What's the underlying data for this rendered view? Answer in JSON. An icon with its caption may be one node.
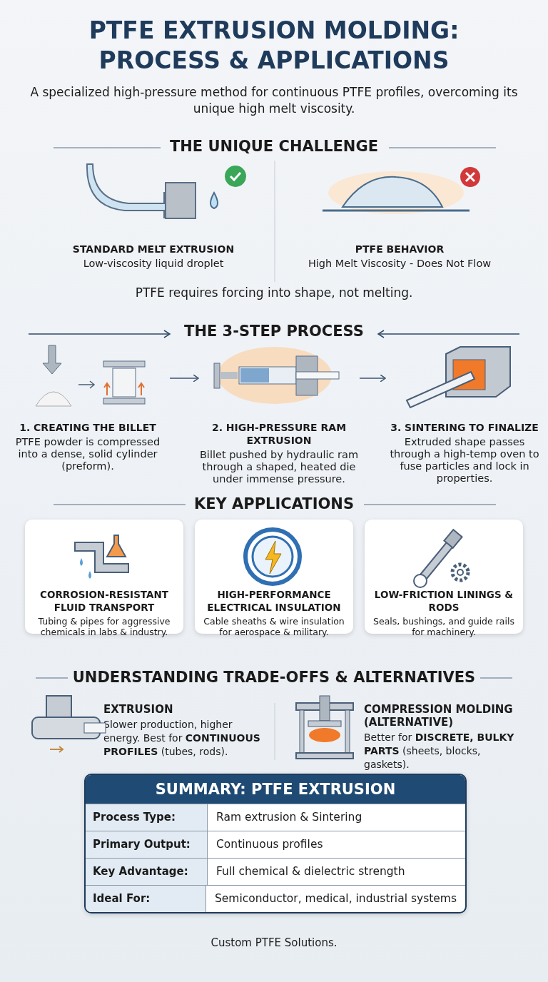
{
  "diagram": {
    "title": "PTFE EXTRUSION MOLDING: PROCESS & APPLICATIONS",
    "nodes": [
      {
        "text": [
          "STANDARD MELT EXTRUSION",
          "Low-viscosity liquid droplet"
        ]
      },
      {
        "text": [
          "PTFE BEHAVIOR",
          "High Melt Viscosity - Does Not Flow"
        ]
      },
      {
        "text": [
          "1. CREATING THE BILLET",
          "PTFE powder is compressed into a dense, solid cylinder (preform)."
        ]
      },
      {
        "text": [
          "2. HIGH-PRESSURE RAM EXTRUSION",
          "Billet pushed by hydraulic ram through a shaped, heated die under immense pressure."
        ]
      },
      {
        "text": [
          "3. SINTERING TO FINALIZE",
          "Extruded shape passes through a high-temp oven to fuse particles and lock in properties."
        ]
      },
      {
        "text": [
          "CORROSION-RESISTANT FLUID TRANSPORT",
          "Tubing & pipes for aggressive chemicals in labs & industry."
        ]
      },
      {
        "text": [
          "HIGH-PERFORMANCE ELECTRICAL INSULATION",
          "Cable sheaths & wire insulation for aerospace & military."
        ]
      },
      {
        "text": [
          "LOW-FRICTION LININGS & RODS",
          "Seals, bushings, and guide rails for machinery."
        ]
      },
      {
        "text": [
          "EXTRUSION",
          "Slower production, higher energy. Best for **CONTINUOUS PROFILES** (tubes, rods)."
        ]
      },
      {
        "text": [
          "COMPRESSION MOLDING (ALTERNATIVE)",
          "Better for **DISCRETE, BULKY PARTS** (sheets, blocks, gaskets)."
        ]
      }
    ],
    "edges": [
      {
        "from": 2,
        "to": 3,
        "arrow": "to"
      },
      {
        "from": 3,
        "to": 4,
        "arrow": "to"
      }
    ],
    "labels": [
      "A specialized high-pressure method for continuous PTFE profiles, overcoming its unique high melt viscosity.",
      "THE UNIQUE CHALLENGE",
      "PTFE requires forcing into shape, not melting.",
      "THE 3-STEP PROCESS",
      "KEY APPLICATIONS",
      "UNDERSTANDING TRADE-OFFS & ALTERNATIVES",
      "SUMMARY: PTFE EXTRUSION",
      "Process Type:",
      "Ram extrusion & Sintering",
      "Primary Output:",
      "Continuous profiles",
      "Key Advantage:",
      "Full chemical & dielectric strength",
      "Ideal For:",
      "Semiconductor, medical, industrial systems",
      "Custom PTFE Solutions."
    ]
  }
}
